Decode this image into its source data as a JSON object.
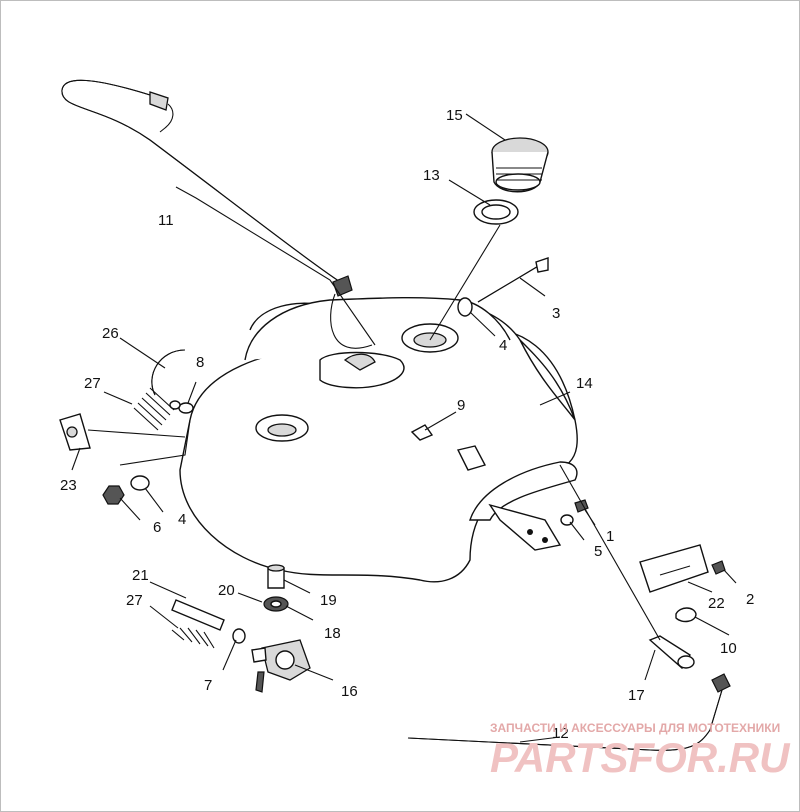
{
  "callouts": {
    "c1": "1",
    "c2": "2",
    "c3": "3",
    "c4a": "4",
    "c4b": "4",
    "c5": "5",
    "c6": "6",
    "c7": "7",
    "c8": "8",
    "c9": "9",
    "c10": "10",
    "c11": "11",
    "c12": "12",
    "c13": "13",
    "c14": "14",
    "c15": "15",
    "c16": "16",
    "c17": "17",
    "c18": "18",
    "c19": "19",
    "c20": "20",
    "c21": "21",
    "c22": "22",
    "c23": "23",
    "c26": "26",
    "c27a": "27",
    "c27b": "27"
  },
  "watermark": {
    "caption": "ЗАПЧАСТИ И АКСЕССУАРЫ ДЛЯ МОТОТЕХНИКИ",
    "logo": "PARTSFOR.RU"
  },
  "colors": {
    "line": "#111111",
    "watermark": "#e3a8a8"
  }
}
